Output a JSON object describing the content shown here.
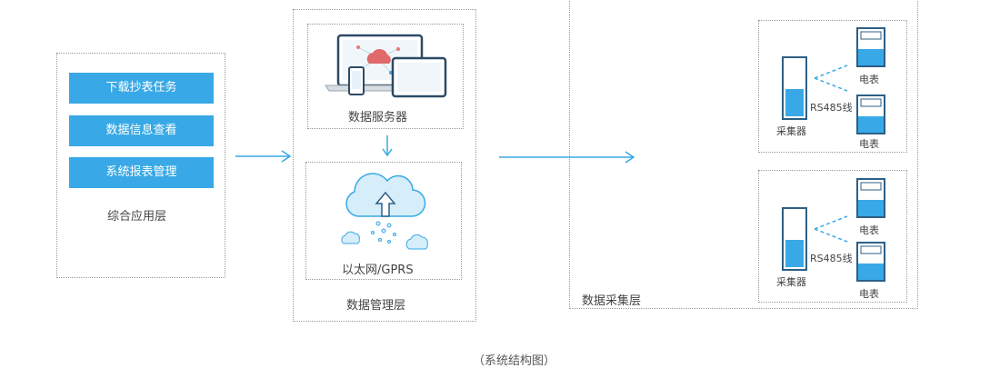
{
  "app_layer": {
    "buttons": [
      "下载抄表任务",
      "数据信息查看",
      "系统报表管理"
    ],
    "title": "综合应用层"
  },
  "management_layer": {
    "server_label": "数据服务器",
    "network_label": "以太网/GPRS",
    "title": "数据管理层"
  },
  "collection_layer": {
    "title": "数据采集层",
    "groups": [
      {
        "collector_label": "采集器",
        "link_label": "RS485线",
        "meter_labels": [
          "电表",
          "电表"
        ]
      },
      {
        "collector_label": "采集器",
        "link_label": "RS485线",
        "meter_labels": [
          "电表",
          "电表"
        ]
      }
    ]
  },
  "caption": "（系统结构图）",
  "colors": {
    "accent": "#38a9e6",
    "border": "#9a9a9a",
    "cloud_light": "#d6eef9"
  }
}
